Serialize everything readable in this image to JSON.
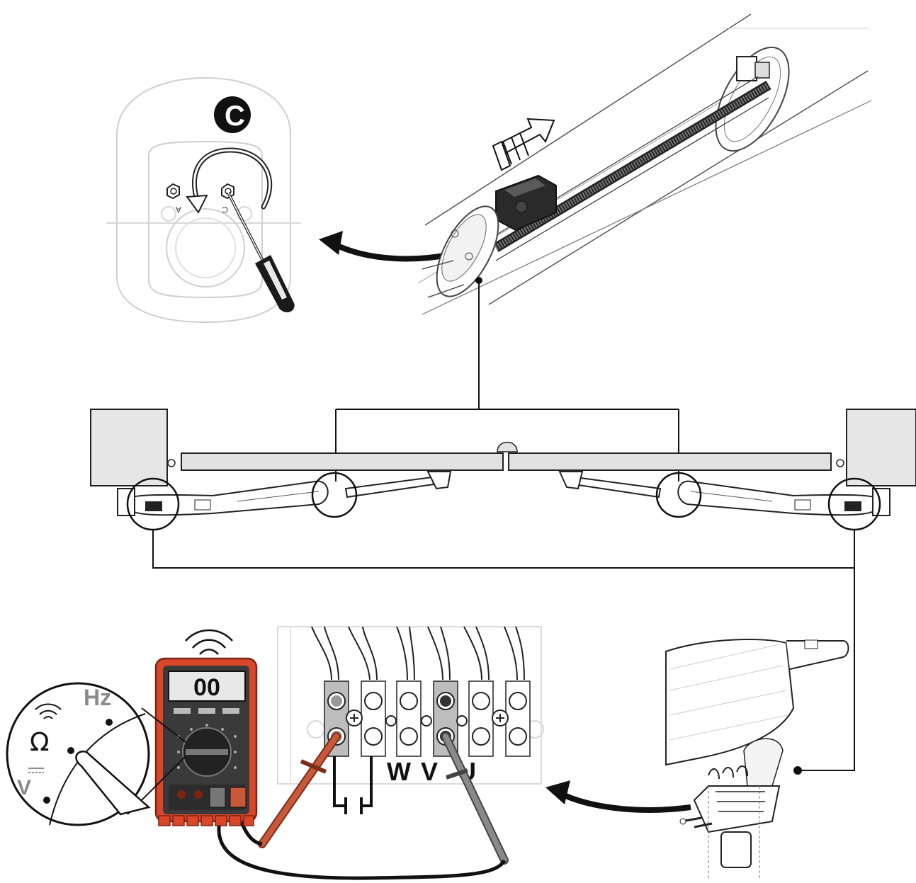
{
  "labels": {
    "step_badge": "C",
    "screw_a": "A",
    "screw_c": "C",
    "display_value": "00",
    "dial_hz": "Hz",
    "dial_ohm": "Ω",
    "dial_v": "V",
    "terminal_w": "W",
    "terminal_v": "V",
    "terminal_u": "U"
  },
  "colors": {
    "meter_body": "#d9472b",
    "meter_dark": "#3a3a3a",
    "probe_red": "#c9583a",
    "probe_grey": "#8a8a8a",
    "pillar_fill": "#e6e6e6",
    "leaf_fill": "#e2e2e2",
    "highlight_terminal": "#bdbdbd"
  },
  "icons": {
    "step_badge_icon": "black-circle-letter-c",
    "rotate_icon": "counterclockwise-rotation-arrow",
    "move_arrow_icon": "hatched-direction-arrow",
    "signal_icon": "wireless-signal-arcs",
    "screwdriver_icon": "screwdriver"
  }
}
